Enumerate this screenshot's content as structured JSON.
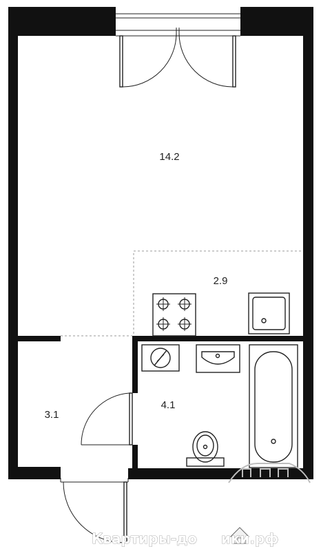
{
  "rooms": [
    {
      "id": "main-room",
      "area": "14.2"
    },
    {
      "id": "kitchen",
      "area": "2.9"
    },
    {
      "id": "hallway",
      "area": "3.1"
    },
    {
      "id": "bathroom",
      "area": "4.1"
    }
  ],
  "watermark": {
    "text": "Квартиры-до     ики.рф"
  },
  "colors": {
    "wall": "#111111",
    "line": "#222222",
    "dashed": "#9a9a9a",
    "background": "#ffffff"
  }
}
